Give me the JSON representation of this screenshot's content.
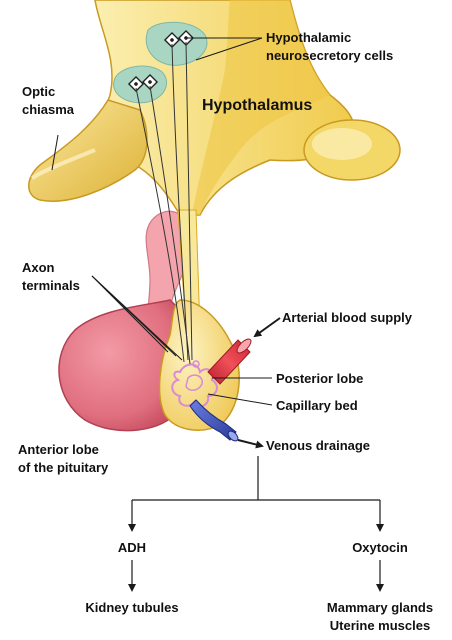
{
  "labels": {
    "neuro_1": "Hypothalamic",
    "neuro_2": "neurosecretory cells",
    "optic_1": "Optic",
    "optic_2": "chiasma",
    "hypothalamus": "Hypothalamus",
    "axon_1": "Axon",
    "axon_2": "terminals",
    "arterial": "Arterial blood supply",
    "posterior": "Posterior lobe",
    "capillary": "Capillary bed",
    "anterior_1": "Anterior lobe",
    "anterior_2": "of the pituitary",
    "venous": "Venous drainage",
    "adh": "ADH",
    "oxytocin": "Oxytocin",
    "kidney": "Kidney tubules",
    "mammary": "Mammary glands",
    "uterine": "Uterine muscles"
  },
  "colors": {
    "tissue_light": "#f8e89a",
    "tissue_mid": "#f1cf53",
    "tissue_dark": "#d9ab2c",
    "cell_region": "#a8d6c3",
    "anterior_lobe": "#e06f7f",
    "anterior_dark": "#c94a5d",
    "stalk_pink": "#f4a4ad",
    "artery": "#e8333f",
    "vein": "#4256b8",
    "capillary": "#d98bd7",
    "line": "#1a1a1a"
  }
}
